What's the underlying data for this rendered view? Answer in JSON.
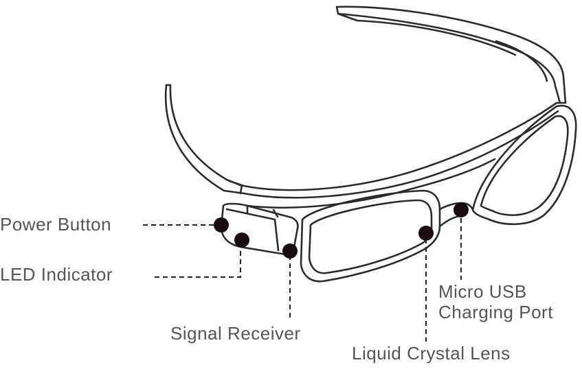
{
  "labels": {
    "power_button": "Power Button",
    "led_indicator": "LED Indicator",
    "signal_receiver": "Signal Receiver",
    "liquid_crystal_lens": "Liquid Crystal Lens",
    "micro_usb_line1": "Micro USB",
    "micro_usb_line2": "Charging Port"
  },
  "colors": {
    "outline": "#2b2b2b",
    "marker": "#1a0c10",
    "label_text": "#555555",
    "leader_line": "#222222"
  }
}
